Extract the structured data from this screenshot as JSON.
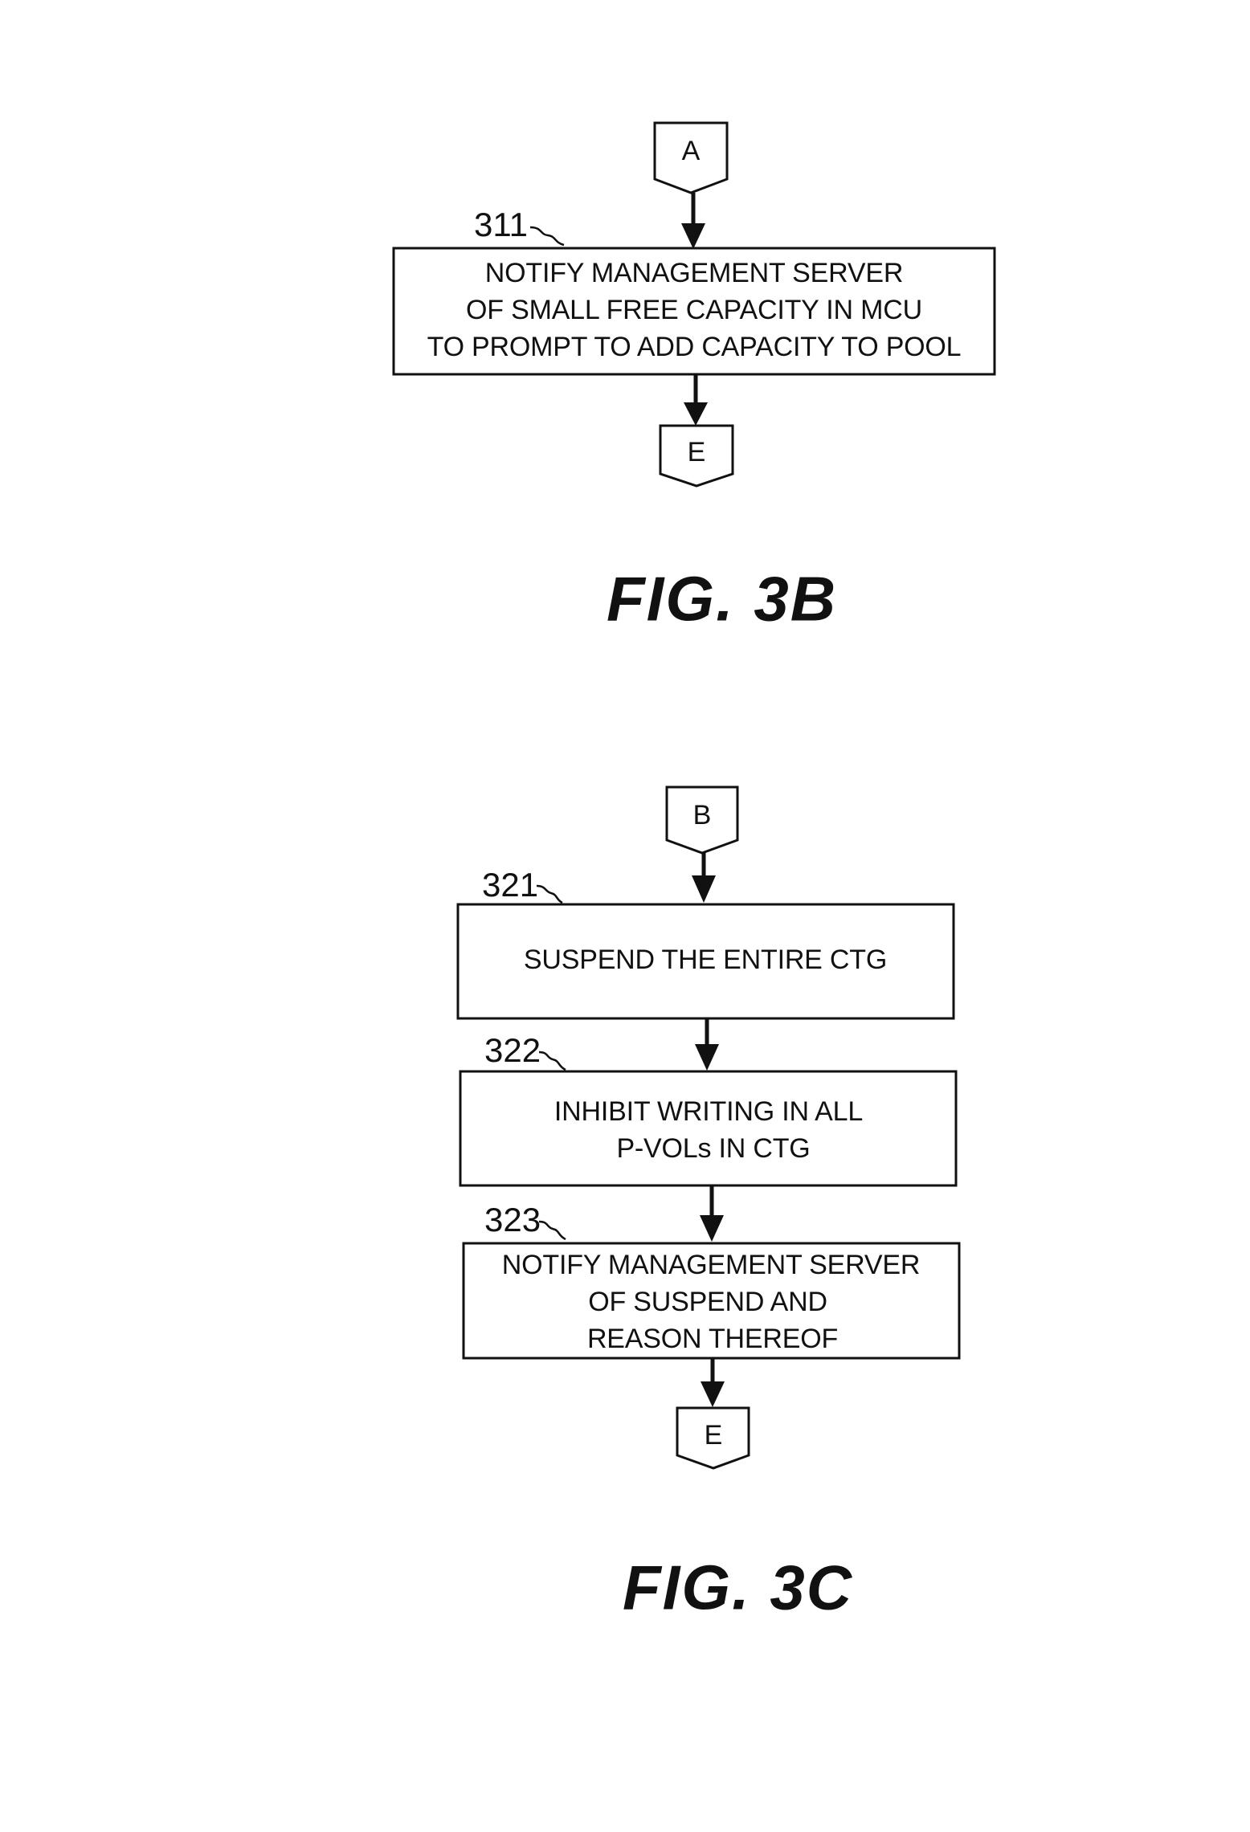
{
  "fig3b": {
    "connector_in": "A",
    "ref_311": "311",
    "box_311": [
      "NOTIFY MANAGEMENT SERVER",
      "OF SMALL FREE CAPACITY IN MCU",
      "TO PROMPT TO ADD CAPACITY TO POOL"
    ],
    "connector_out": "E",
    "title": "FIG. 3B"
  },
  "fig3c": {
    "connector_in": "B",
    "ref_321": "321",
    "box_321": [
      "SUSPEND THE ENTIRE CTG"
    ],
    "ref_322": "322",
    "box_322": [
      "INHIBIT WRITING IN ALL",
      "P-VOLs IN CTG"
    ],
    "ref_323": "323",
    "box_323": [
      "NOTIFY MANAGEMENT SERVER",
      "OF SUSPEND AND",
      "REASON THEREOF"
    ],
    "connector_out": "E",
    "title": "FIG. 3C"
  }
}
